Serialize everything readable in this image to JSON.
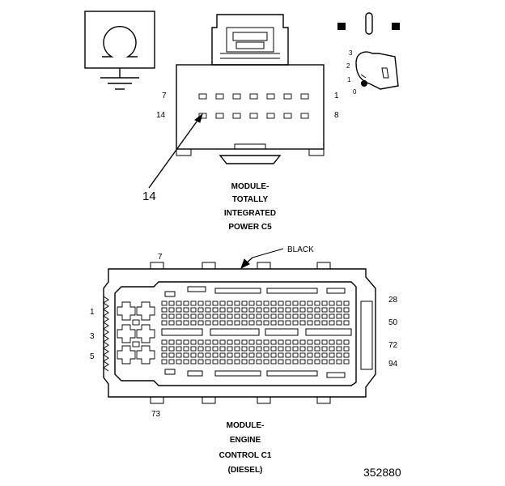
{
  "ground_symbol": {
    "icon": "omega-ground-icon"
  },
  "ignition_key": {
    "icon": "ignition-key-icon",
    "positions": [
      "3",
      "2",
      "1",
      "0"
    ]
  },
  "power_connector": {
    "pin_labels": {
      "top_left": "7",
      "top_right": "1",
      "bottom_left": "14",
      "bottom_right": "8"
    },
    "callout": "14",
    "caption": [
      "MODULE-",
      "TOTALLY",
      "INTEGRATED",
      "POWER C5"
    ]
  },
  "ecm_connector": {
    "color_label": "BLACK",
    "pin_labels": {
      "top": "7",
      "bottom": "73",
      "left": [
        "1",
        "3",
        "5"
      ],
      "right": [
        "28",
        "50",
        "72",
        "94"
      ]
    },
    "caption": [
      "MODULE-",
      "ENGINE",
      "CONTROL C1",
      "(DIESEL)"
    ]
  },
  "figure_number": "352880"
}
